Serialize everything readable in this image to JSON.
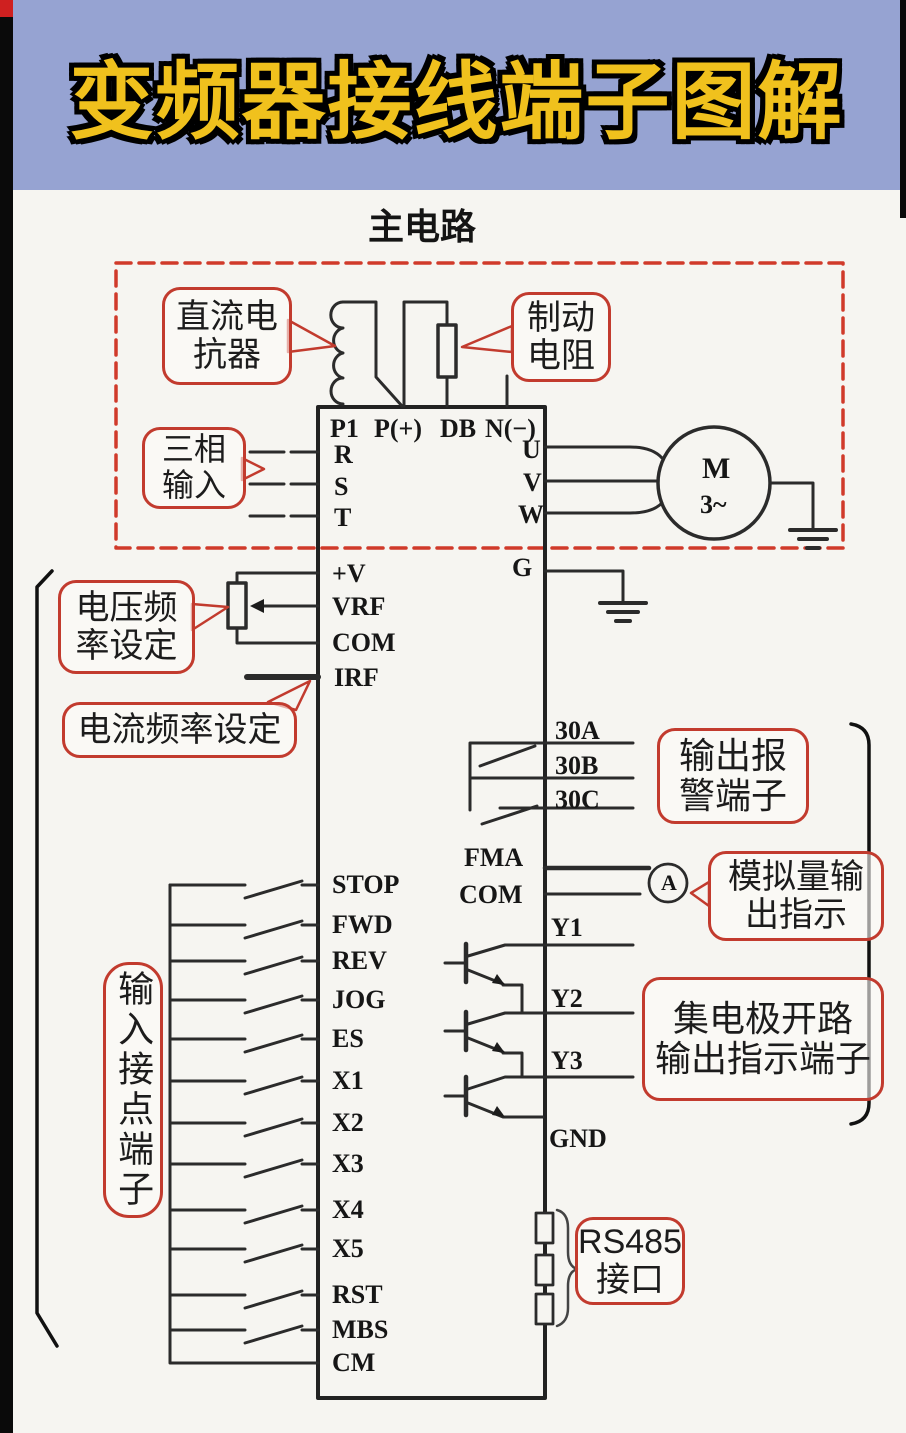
{
  "title": "变频器接线端子图解",
  "subtitle": "主电路",
  "callouts": {
    "dc_reactor": {
      "line1": "直流电",
      "line2": "抗器"
    },
    "brake_resistor": {
      "line1": "制动",
      "line2": "电阻"
    },
    "three_phase": {
      "line1": "三相",
      "line2": "输入"
    },
    "voltage_freq": {
      "line1": "电压频",
      "line2": "率设定"
    },
    "current_freq": {
      "line1": "电流频率设定"
    },
    "alarm_output": {
      "line1": "输出报",
      "line2": "警端子"
    },
    "analog_output": {
      "line1": "模拟量输",
      "line2": "出指示"
    },
    "open_collector": {
      "line1": "集电极开路",
      "line2": "输出指示端子"
    },
    "rs485": {
      "line1": "RS485",
      "line2": "接口"
    },
    "input_contacts": {
      "text": "输入接点端子"
    }
  },
  "terminals": {
    "top": [
      "P1",
      "P(+)",
      "DB",
      "N(−)"
    ],
    "left_power": [
      "R",
      "S",
      "T"
    ],
    "right_power": [
      "U",
      "V",
      "W"
    ],
    "analog": [
      "+V",
      "VRF",
      "COM",
      "IRF"
    ],
    "ground": "G",
    "relay": [
      "30A",
      "30B",
      "30C"
    ],
    "fma": "FMA",
    "fma_com": "COM",
    "meter": "A",
    "collector": [
      "Y1",
      "Y2",
      "Y3"
    ],
    "gnd": "GND",
    "inputs": [
      "STOP",
      "FWD",
      "REV",
      "JOG",
      "ES",
      "X1",
      "X2",
      "X3",
      "X4",
      "X5",
      "RST",
      "MBS",
      "CM"
    ]
  },
  "motor": {
    "label": "M",
    "phases": "3~"
  },
  "colors": {
    "header_bg": "#96a3d2",
    "title_fill": "#f0c11d",
    "title_outline": "#000000",
    "callout_border": "#c23b2e",
    "dashed_box": "#d03a2a",
    "diagram_line": "#2b2b2b",
    "page_bg": "#f6f5f1",
    "side_strip": "#0a0a0a",
    "corner": "#cf2020"
  }
}
